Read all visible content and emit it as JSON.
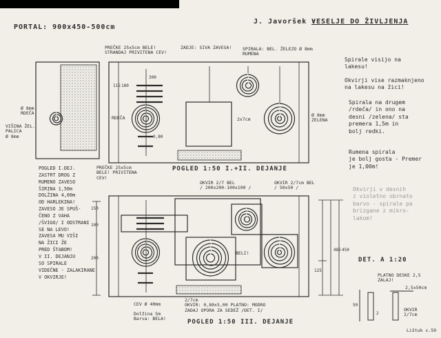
{
  "header": {
    "portal": "PORTAL: 900x450-500cm",
    "author": "J. Javoršek :",
    "title": "VESELJE DO ŽIVLJENJA"
  },
  "top_annotations": {
    "preske": "PREČKE 25x5cm BELE!\nSTRANDAJ PRIVITENA CEV!",
    "zavesa": "ZADJE: SIVA ZAVESA!",
    "spirala": "SPIRALA: BEL. ŽELEZO Ø 8mm\nRUMENA",
    "left_side": "Ø 8mm\nRDEČA",
    "visina": "VIŠINA ŽEL.\nPALICA\nØ 8mm",
    "rdeca": "RDEČA",
    "dim_2x7": "2x7cm",
    "zelena": "Ø 8mm\nZELENA",
    "dim_300": "300",
    "dim_080": "0,80",
    "dim_115": "115",
    "dim_180": "180"
  },
  "notes_right": {
    "n1": "Spirale visijo na\nlakesu!",
    "n2": "Okvirji vise razmaknjeno\nna lakesu na žici!",
    "n3": "Spirala na drugem\n/rdeča/ in ono na\ndesni /zelena/ sta\npremera 1,5m in\nbolj redki.",
    "n4": "Rumena spirala\nje bolj gosta - Premer\nje 1,00m!",
    "n5": "Okvirji v desnih\nz violetno obrnato\nbarvo - spirale pa\nbrizgane z mikro-\nlakom!"
  },
  "left_notes": {
    "pogled": "POGLED I.DEJ.\nZASTRT DROG Z\nRUMENO ZAVESO\nŠIRINA 1,50m\nDOLŽINA 4,00m\nOD HARLEKINA!\nZAVESO JE SPUŠ-\nČENO Z VAHA\n/ŠVIGO/ I ODSTRANI\nSE NA LEVO!\nZAVESA MU VIŠI\nNA ŽICI ŽE\nPRED ŠTABOM!\nV II. DEJANJU\nSO SPIRALE\nVIDEČNE - ZALAKIRANE\nV OKVIRJE!"
  },
  "middle_labels": {
    "preske2": "PREČKE 25x5cm\nBELE! PRIVITENA\nCEV!",
    "pogled1": "POGLED 1:50 I.+II. DEJANJE",
    "okvir_bel": "OKVIR 2/7 BEL\n/ 200x200-100x100 /",
    "okvir_2": "OKVIR 2/7cm BEL\n/ 50x50 /",
    "beli": "BELI!",
    "dim_150": "150",
    "dim_100": "100",
    "dim_200": "200",
    "dim_125": "125",
    "dim_485": "485",
    "dim_450": "450"
  },
  "bottom_labels": {
    "cev": "CEV Ø 40mm",
    "dolzina": "Dolžina 5m\nBarva: BELA!",
    "okvir_zadaj": "2/7cm\nOKVIR: 0,80x5,00 PLATNO: MODRO\nZADAJ OPORA ZA SEDEŽ /DET. I/",
    "pogled3": "POGLED 1:50 III. DEJANJE",
    "det_a": "DET. A 1:20",
    "platno": "PLATNO DESKE 2,5\nZALAJ!",
    "det_dim": "2,5x50cm",
    "okvir_det": "OKVIR\n2/7cm",
    "dim_50": "50",
    "dim_2": "2",
    "signature": "Lištuk v.59"
  }
}
